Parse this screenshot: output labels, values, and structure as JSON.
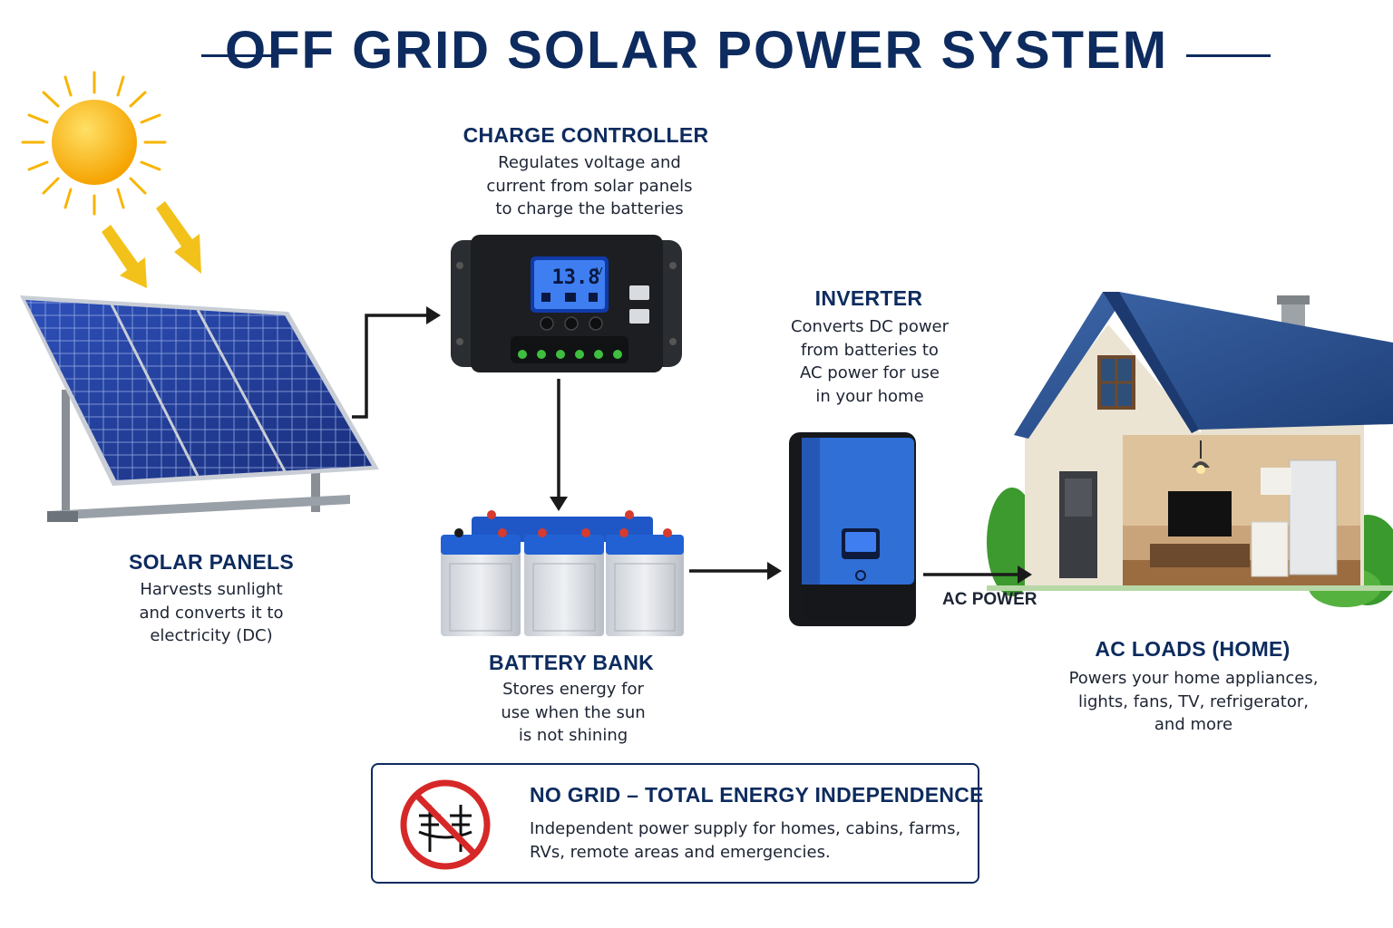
{
  "title": "OFF GRID SOLAR POWER SYSTEM",
  "components": {
    "solar_panels": {
      "heading": "SOLAR PANELS",
      "desc": [
        "Harvests sunlight",
        "and converts it to",
        "electricity (DC)"
      ]
    },
    "charge_controller": {
      "heading": "CHARGE CONTROLLER",
      "desc": [
        "Regulates voltage and",
        "current from solar panels",
        "to charge the batteries"
      ],
      "display": "13.8",
      "unit": "V"
    },
    "battery_bank": {
      "heading": "BATTERY BANK",
      "desc": [
        "Stores energy for",
        "use when the sun",
        "is not shining"
      ]
    },
    "inverter": {
      "heading": "INVERTER",
      "desc": [
        "Converts DC power",
        "from batteries to",
        "AC power for use",
        "in your home"
      ]
    },
    "ac_loads": {
      "heading": "AC LOADS (HOME)",
      "desc": [
        "Powers your home appliances,",
        "lights, fans, TV, refrigerator,",
        "and more"
      ]
    }
  },
  "ac_power_label": "AC POWER",
  "callout": {
    "title": "NO GRID – TOTAL ENERGY INDEPENDENCE",
    "text": [
      "Independent power supply for homes, cabins, farms,",
      "RVs, remote areas and emergencies."
    ]
  },
  "icons": [
    "sun-icon",
    "sunlight-arrow-icon",
    "solar-panel-icon",
    "charge-controller-icon",
    "battery-icon",
    "inverter-icon",
    "house-icon",
    "no-grid-icon"
  ],
  "colors": {
    "navy": "#0d2b5e",
    "sun": "#f7b500",
    "panel_blue": "#1f3f9a",
    "inverter_blue": "#2f6fd6",
    "no_sign_red": "#d62828"
  }
}
